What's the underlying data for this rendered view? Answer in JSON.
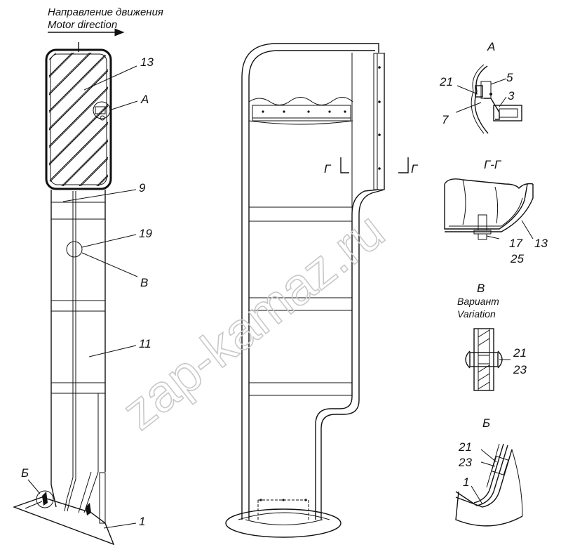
{
  "header": {
    "direction_ru": "Направление движения",
    "direction_en": "Motor direction"
  },
  "watermark": "zap-kamaz.ru",
  "left_view": {
    "callouts": [
      "13",
      "A",
      "9",
      "19",
      "B",
      "11",
      "Б",
      "1"
    ]
  },
  "center_view": {
    "section_mark": "Г"
  },
  "detail_a": {
    "title": "A",
    "callouts": [
      "21",
      "5",
      "3",
      "7"
    ]
  },
  "detail_gg": {
    "title": "Г-Г",
    "callouts": [
      "17",
      "13",
      "25"
    ]
  },
  "detail_b": {
    "title": "B",
    "subtitle_ru": "Вариант",
    "subtitle_en": "Variation",
    "callouts": [
      "21",
      "23"
    ]
  },
  "detail_be": {
    "title": "Б",
    "callouts": [
      "21",
      "23",
      "1"
    ]
  },
  "colors": {
    "line": "#111111",
    "watermark": "#c8c8c8",
    "background": "#ffffff"
  }
}
